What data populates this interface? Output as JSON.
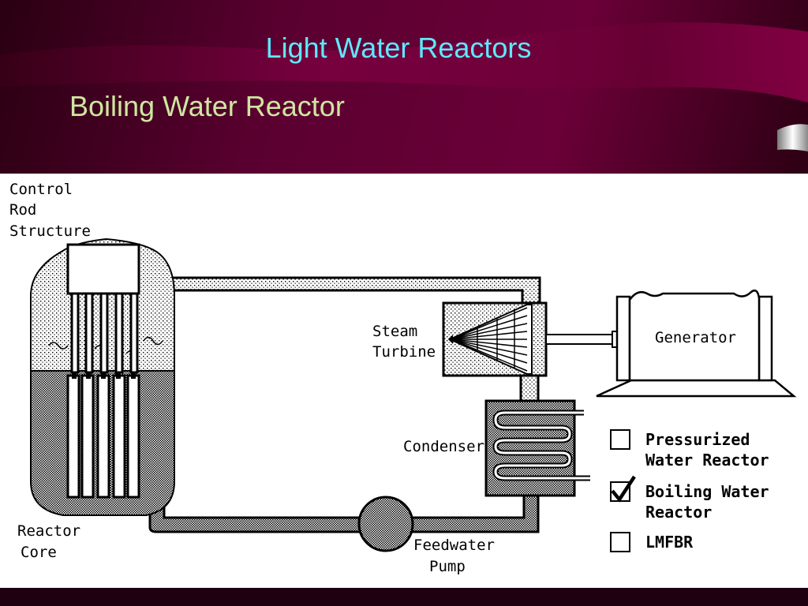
{
  "slide": {
    "title": "Light Water Reactors",
    "subtitle": "Boiling Water Reactor"
  },
  "diagram": {
    "labels": {
      "control_rod": [
        "Control",
        "Rod",
        "Structure"
      ],
      "reactor_core": [
        "Reactor",
        "Core"
      ],
      "steam_turbine": [
        "Steam",
        "Turbine"
      ],
      "generator": "Generator",
      "condenser": "Condenser",
      "feedwater_pump": [
        "Feedwater",
        "Pump"
      ]
    },
    "options": [
      {
        "lines": [
          "Pressurized",
          "Water Reactor"
        ],
        "checked": false
      },
      {
        "lines": [
          "Boiling Water",
          "Reactor"
        ],
        "checked": true
      },
      {
        "lines": [
          "LMFBR"
        ],
        "checked": false
      }
    ]
  },
  "colors": {
    "background": "#5e0030",
    "title": "#5fe8ff",
    "subtitle": "#cfe6a0"
  }
}
